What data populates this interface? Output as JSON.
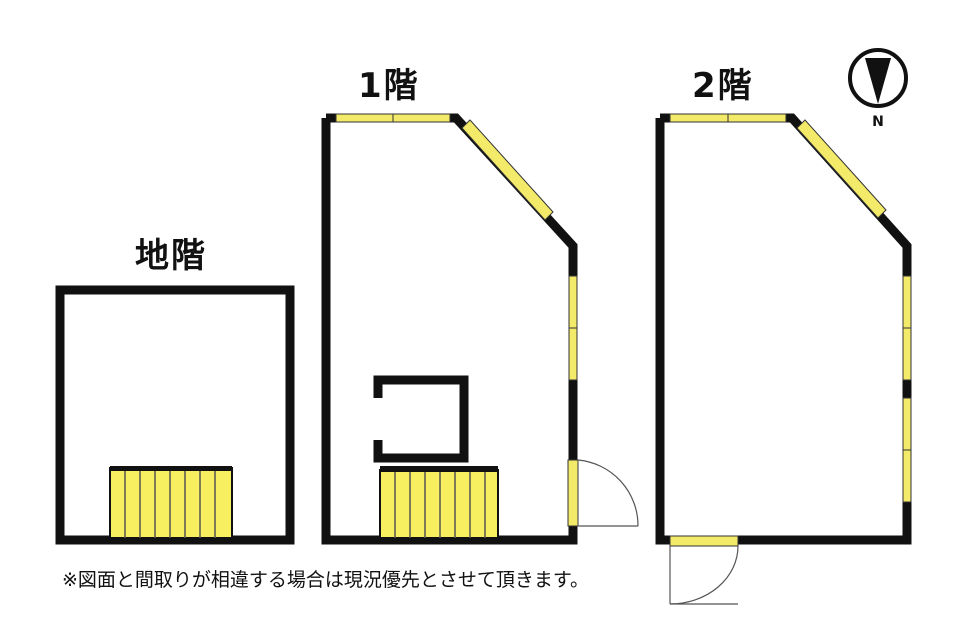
{
  "floors": {
    "basement": {
      "label": "地階"
    },
    "first": {
      "label": "1階"
    },
    "second": {
      "label": "2階"
    }
  },
  "compass": {
    "north": "N"
  },
  "note": "※図面と間取りが相違する場合は現況優先とさせて頂きます。",
  "colors": {
    "wall": "#111111",
    "window": "#f3ea6a",
    "stair": "#f7ef5f"
  }
}
